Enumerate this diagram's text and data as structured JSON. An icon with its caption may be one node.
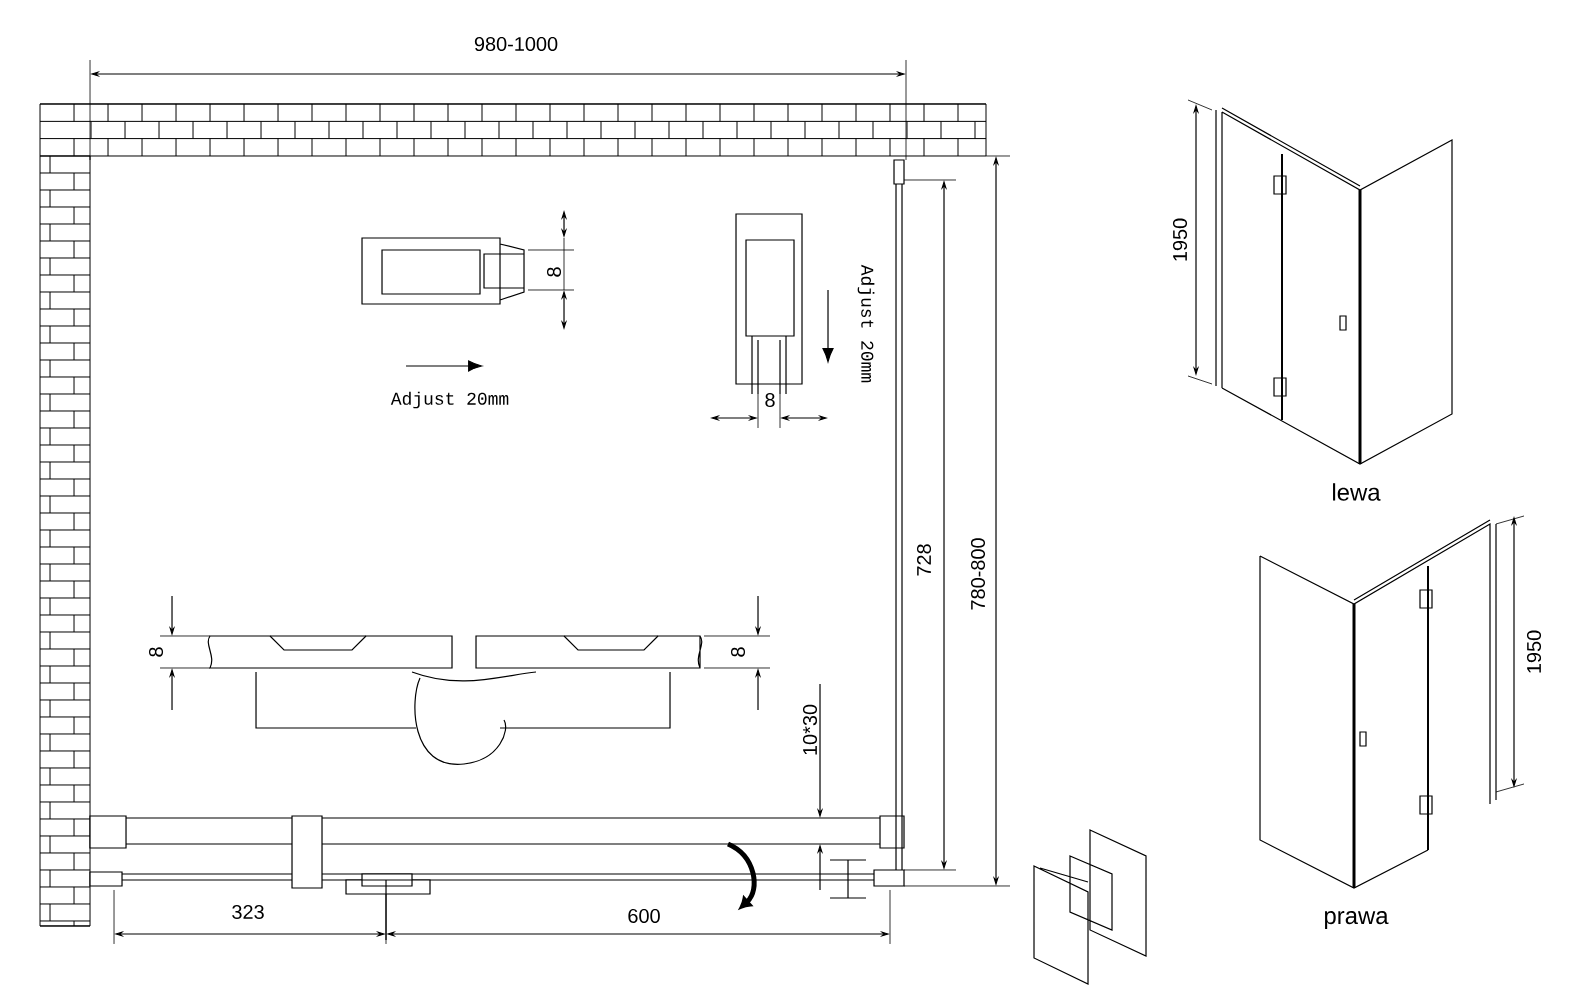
{
  "diagram": {
    "labels": [
      "980-1000",
      "8",
      "Adjust 20mm",
      "1950",
      "8",
      "Adjust 20mm",
      "lewa",
      "728",
      "780-800",
      "8",
      "8",
      "10*30",
      "1950",
      "prawa",
      "323",
      "600"
    ]
  }
}
